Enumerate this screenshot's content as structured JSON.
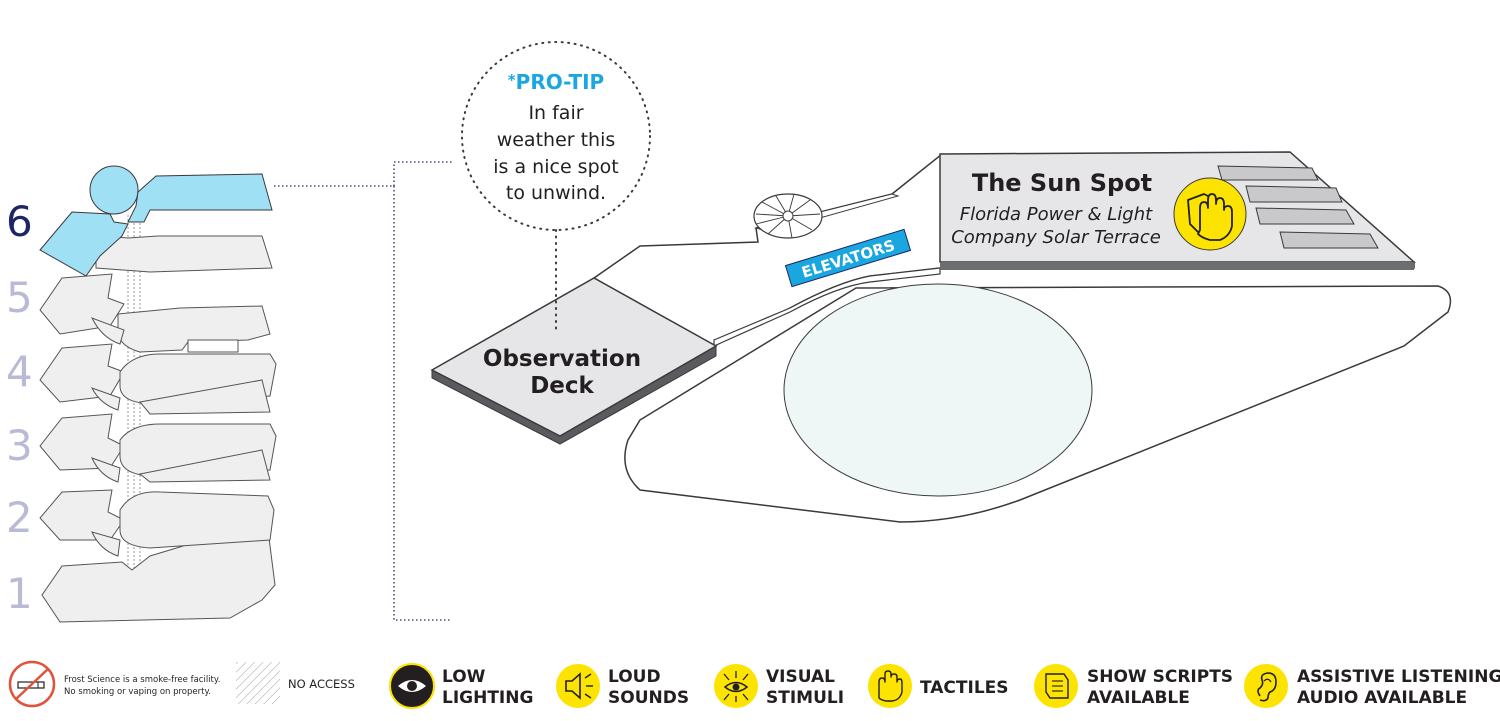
{
  "floors": {
    "labels": [
      "6",
      "5",
      "4",
      "3",
      "2",
      "1"
    ],
    "active": "6"
  },
  "pro_tip": {
    "asterisk": "*",
    "title": "PRO-TIP",
    "lines": [
      "In fair",
      "weather this",
      "is a nice spot",
      "to unwind."
    ]
  },
  "observation_deck": {
    "lines": [
      "Observation",
      "Deck"
    ]
  },
  "elevators": {
    "label": "ELEVATORS"
  },
  "sun_spot": {
    "title": "The Sun Spot",
    "subtitle_lines": [
      "Florida Power & Light",
      "Company Solar Terrace"
    ]
  },
  "legend": {
    "smoke_free": [
      "Frost Science is a smoke-free facility.",
      "No smoking or vaping on property."
    ],
    "no_access": "NO ACCESS",
    "items": [
      {
        "icon": "eye-icon",
        "lines": [
          "LOW",
          "LIGHTING"
        ]
      },
      {
        "icon": "speaker-icon",
        "lines": [
          "LOUD",
          "SOUNDS"
        ]
      },
      {
        "icon": "burst-eye-icon",
        "lines": [
          "VISUAL",
          "STIMULI"
        ]
      },
      {
        "icon": "hand-icon",
        "lines": [
          "TACTILES"
        ]
      },
      {
        "icon": "script-icon",
        "lines": [
          "SHOW SCRIPTS",
          "AVAILABLE"
        ]
      },
      {
        "icon": "ear-icon",
        "lines": [
          "ASSISTIVE LISTENING",
          "AUDIO AVAILABLE"
        ]
      }
    ]
  },
  "colors": {
    "active_floor": "#9fe0f4",
    "floor_fill": "#efefef",
    "outline": "#3a3a3c",
    "accent_yellow": "#fce300",
    "accent_blue": "#1aa6df",
    "inactive_number": "#b9bad6",
    "active_number": "#1f2668"
  }
}
